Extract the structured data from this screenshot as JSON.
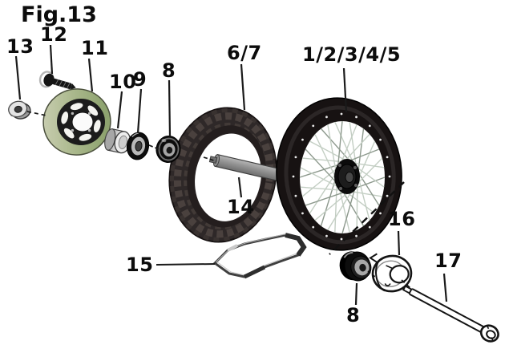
{
  "figure": {
    "title": "Fig.13"
  },
  "callouts": {
    "c13": "13",
    "c12": "12",
    "c11": "11",
    "c10": "10",
    "c9": "9",
    "c8_top": "8",
    "c6_7": "6/7",
    "c1_5": "1/2/3/4/5",
    "c14": "14",
    "c15": "15",
    "c16": "16",
    "c8_bottom": "8",
    "c17": "17"
  },
  "colors": {
    "background": "#ffffff",
    "ink": "#0c0c0c",
    "disc_green_light": "#cfd2b8",
    "disc_green": "#8ea36f",
    "tire": "#2e2828",
    "wheel_black": "#171212",
    "spoke_silver": "#ccd6cb",
    "metal_gray": "#9b9b9b"
  }
}
